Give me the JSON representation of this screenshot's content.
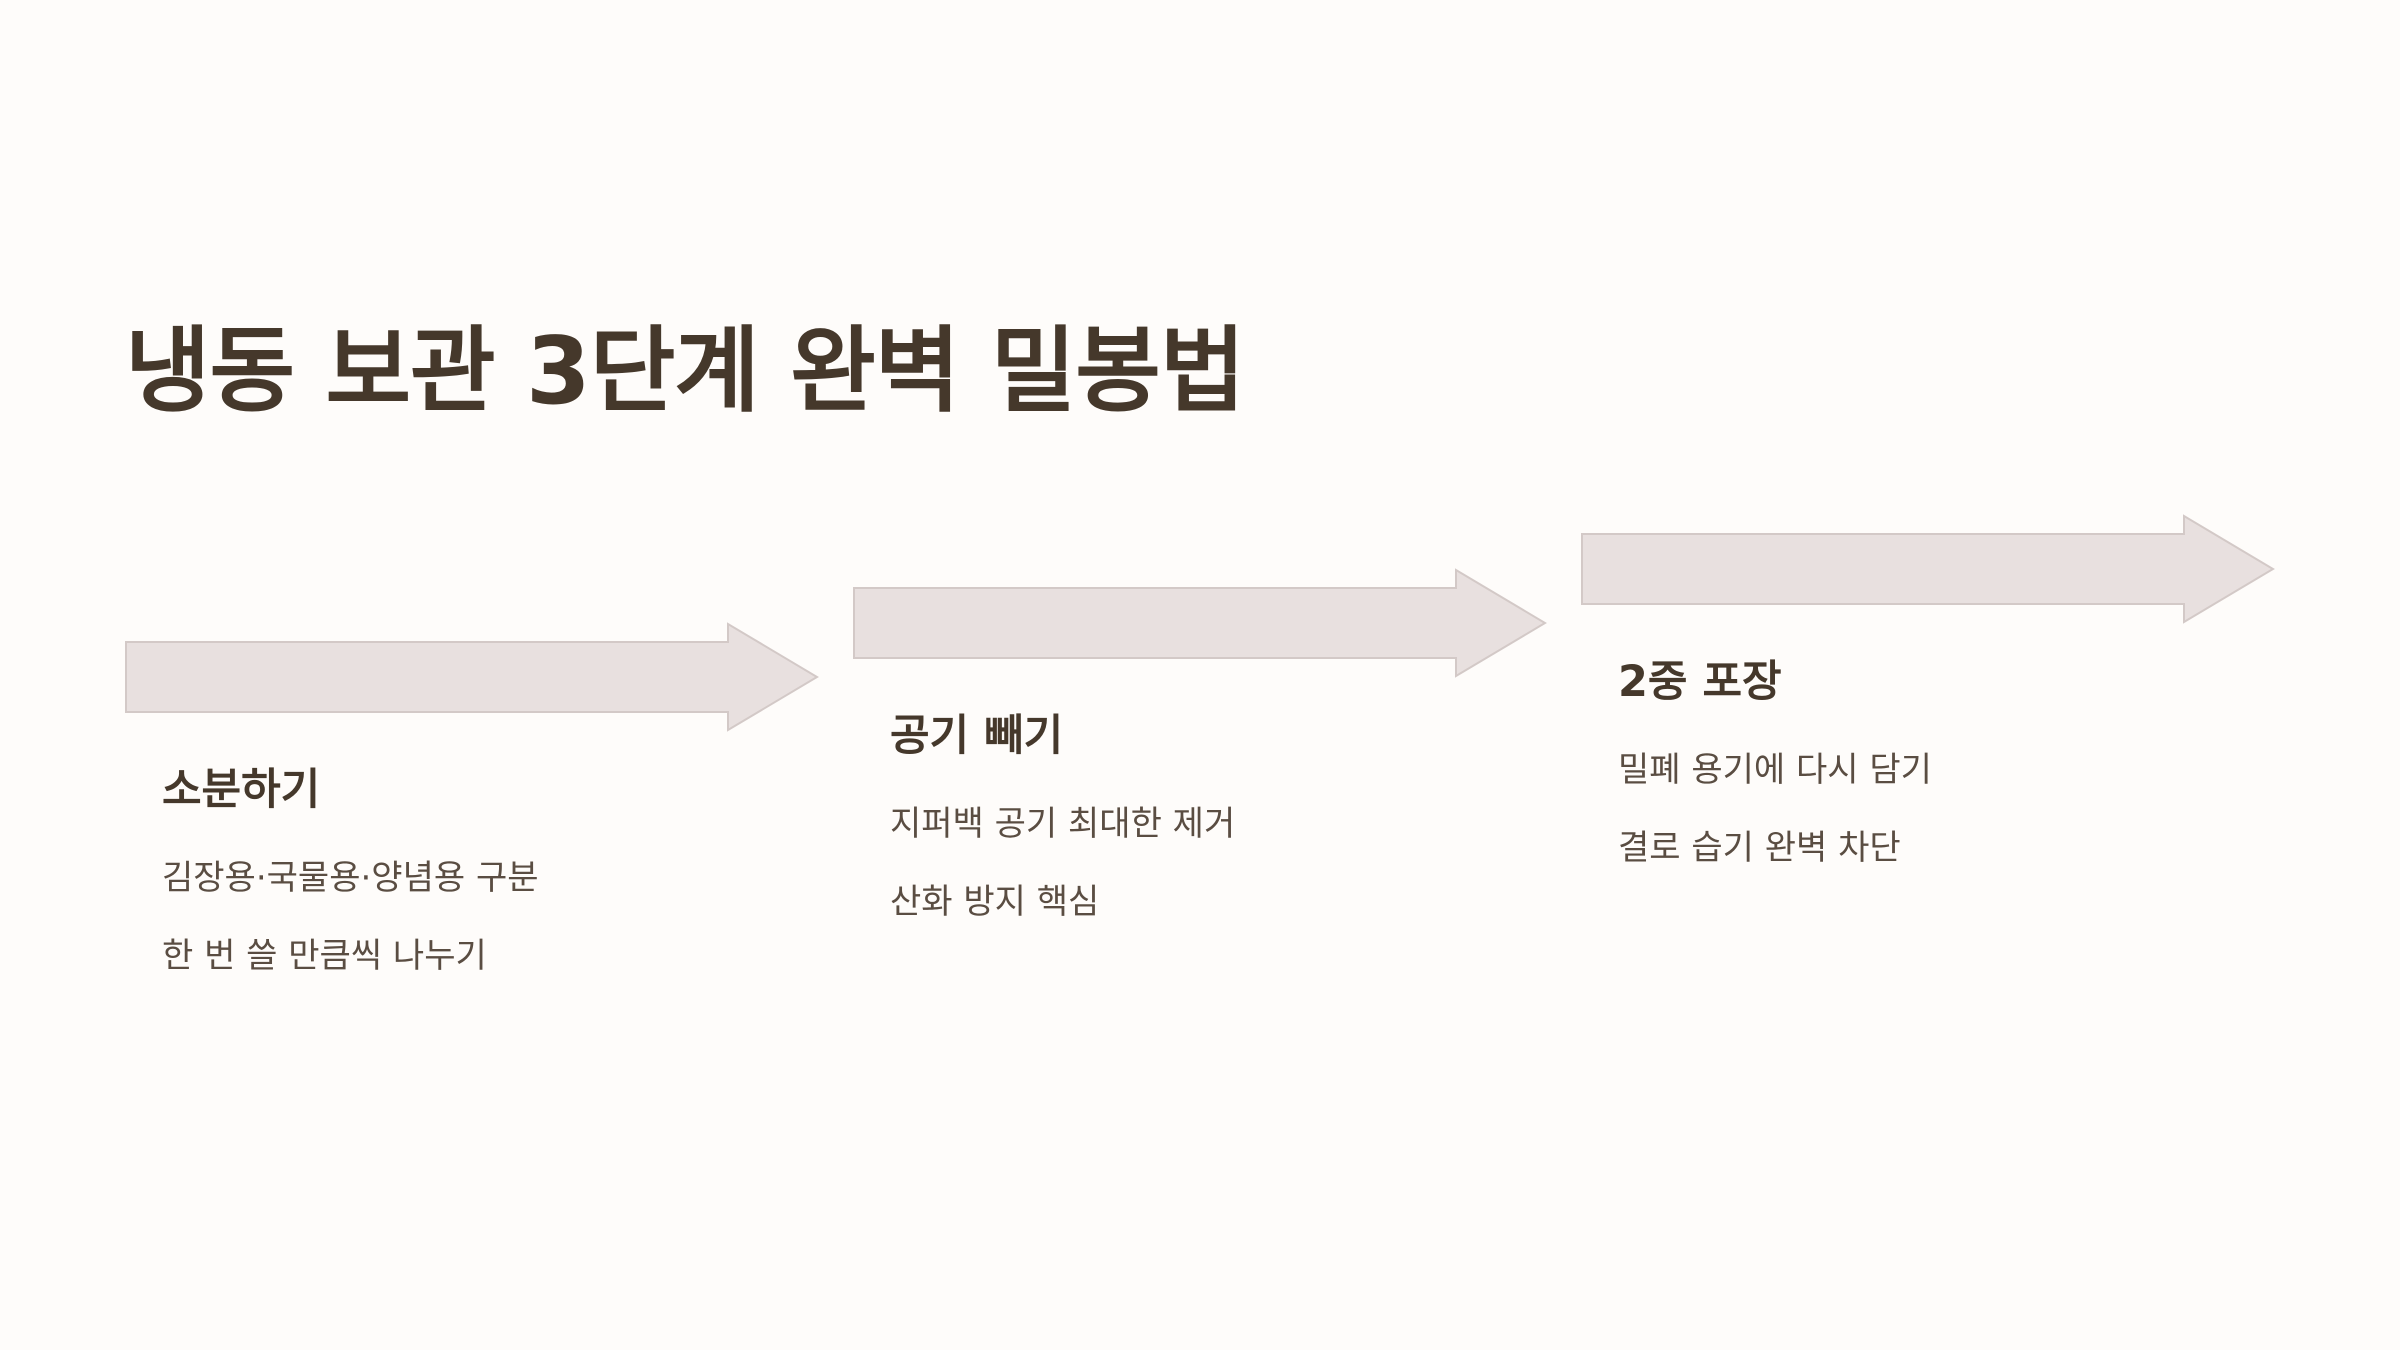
{
  "title": "냉동 보관 3단계 완벽 밀봉법",
  "steps": [
    {
      "title": "소분하기",
      "lines": [
        "김장용·국물용·양념용 구분",
        "한 번 쓸 만큼씩 나누기"
      ]
    },
    {
      "title": "공기 빼기",
      "lines": [
        "지퍼백 공기 최대한 제거",
        "산화 방지 핵심"
      ]
    },
    {
      "title": "2중 포장",
      "lines": [
        "밀폐 용기에 다시 담기",
        "결로 습기 완벽 차단"
      ]
    }
  ],
  "colors": {
    "background": "#fefcfa",
    "text": "#45382b",
    "arrow_fill": "#e8e0df",
    "arrow_stroke": "#d3c9c7"
  }
}
